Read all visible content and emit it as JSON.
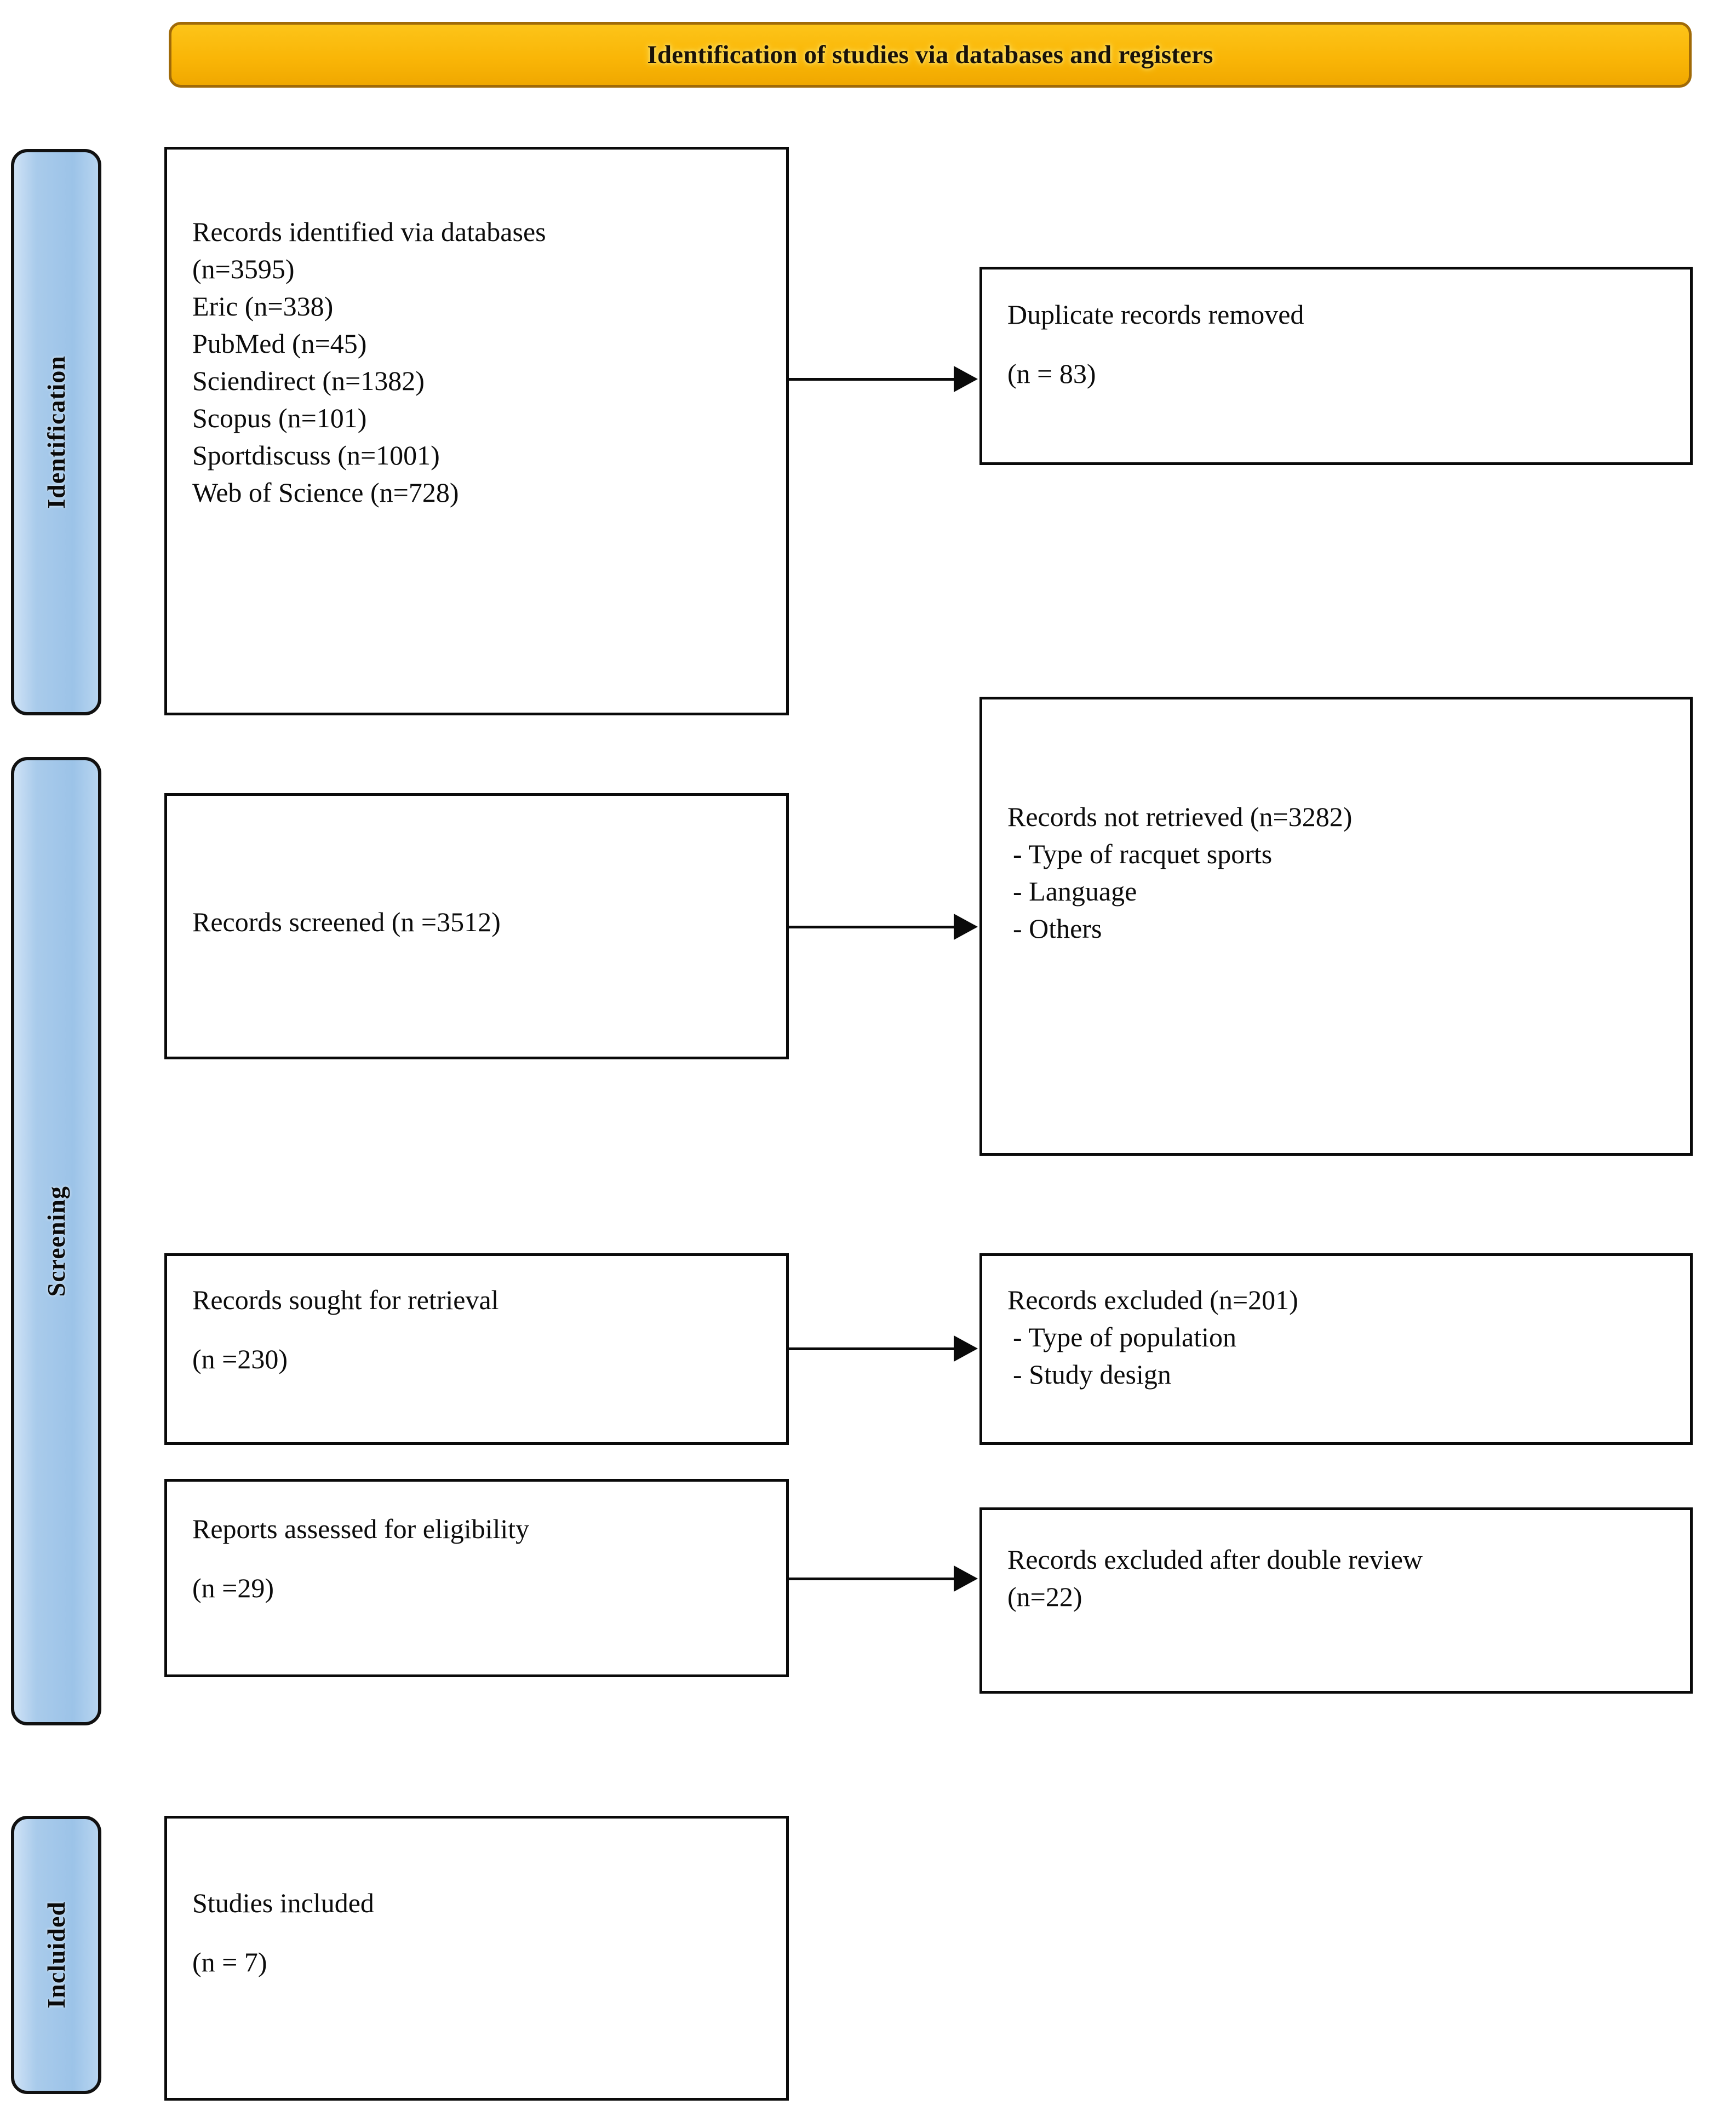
{
  "header": {
    "title": "Identification of studies via databases and registers"
  },
  "stages": [
    {
      "id": "identification",
      "label": "Identification"
    },
    {
      "id": "screening",
      "label": "Screening"
    },
    {
      "id": "included",
      "label": "Incluided"
    }
  ],
  "boxes": {
    "records_identified": {
      "lines": [
        "Records identified via databases",
        "(n=3595)",
        "Eric (n=338)",
        "PubMed (n=45)",
        "Sciendirect (n=1382)",
        "Scopus (n=101)",
        "Sportdiscuss (n=1001)",
        "Web of Science (n=728)"
      ]
    },
    "duplicates_removed": {
      "line1": "Duplicate records removed",
      "line2": "(n = 83)"
    },
    "records_screened": {
      "line1": "Records screened (n =3512)"
    },
    "records_not_retrieved": {
      "line1": "Records not retrieved (n=3282)",
      "line2": "- Type of racquet sports",
      "line3": "- Language",
      "line4": "- Others"
    },
    "records_sought": {
      "line1": "Records sought for retrieval",
      "line2": "(n =230)"
    },
    "records_excluded": {
      "line1": "Records excluded (n=201)",
      "line2": "- Type of population",
      "line3": "- Study design"
    },
    "reports_assessed": {
      "line1": "Reports assessed for eligibility",
      "line2": "(n =29)"
    },
    "excluded_double_review": {
      "line1": "Records excluded after double review",
      "line2": "(n=22)"
    },
    "studies_included": {
      "line1": "Studies included",
      "line2": "(n = 7)"
    }
  },
  "colors": {
    "banner_fill": "#fab607",
    "banner_border": "#a06a08",
    "stage_fill": "#9cc3e8",
    "box_border": "#0a0a0a",
    "text": "#0c0c0c"
  }
}
